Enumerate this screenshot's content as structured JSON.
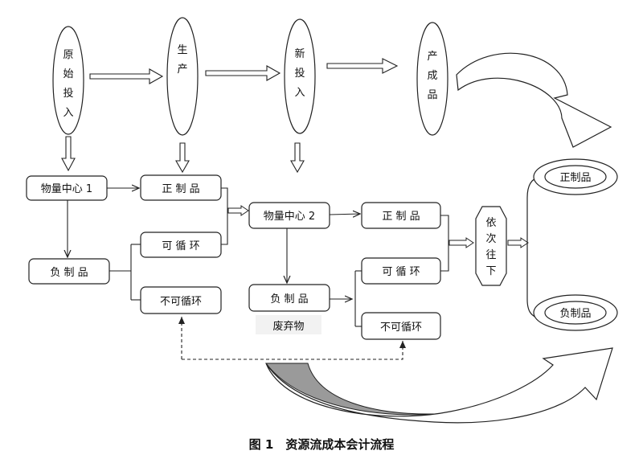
{
  "top_ovals": [
    {
      "id": "yuanshi",
      "lines": [
        "原",
        "始",
        "投",
        "入"
      ]
    },
    {
      "id": "shengchan",
      "lines": [
        "生",
        "产"
      ]
    },
    {
      "id": "xintouru",
      "lines": [
        "新",
        "投",
        "入"
      ]
    },
    {
      "id": "chanchengpin",
      "lines": [
        "产",
        "成",
        "品"
      ]
    }
  ],
  "boxes": {
    "center1": "物量中心 1",
    "positive1": "正 制 品",
    "negative1": "负 制 品",
    "recyclable1": "可 循 环",
    "nonrecyclable1": "不可循环",
    "center2": "物量中心 2",
    "positive2": "正 制 品",
    "negative2": "负 制 品",
    "recyclable2": "可 循 环",
    "nonrecyclable2": "不可循环"
  },
  "waste_label": "废弃物",
  "sequence_lines": [
    "依",
    "次",
    "往",
    "下"
  ],
  "output_ovals": {
    "positive": "正制品",
    "negative": "负制品"
  },
  "caption": "图 1　资源流成本会计流程"
}
